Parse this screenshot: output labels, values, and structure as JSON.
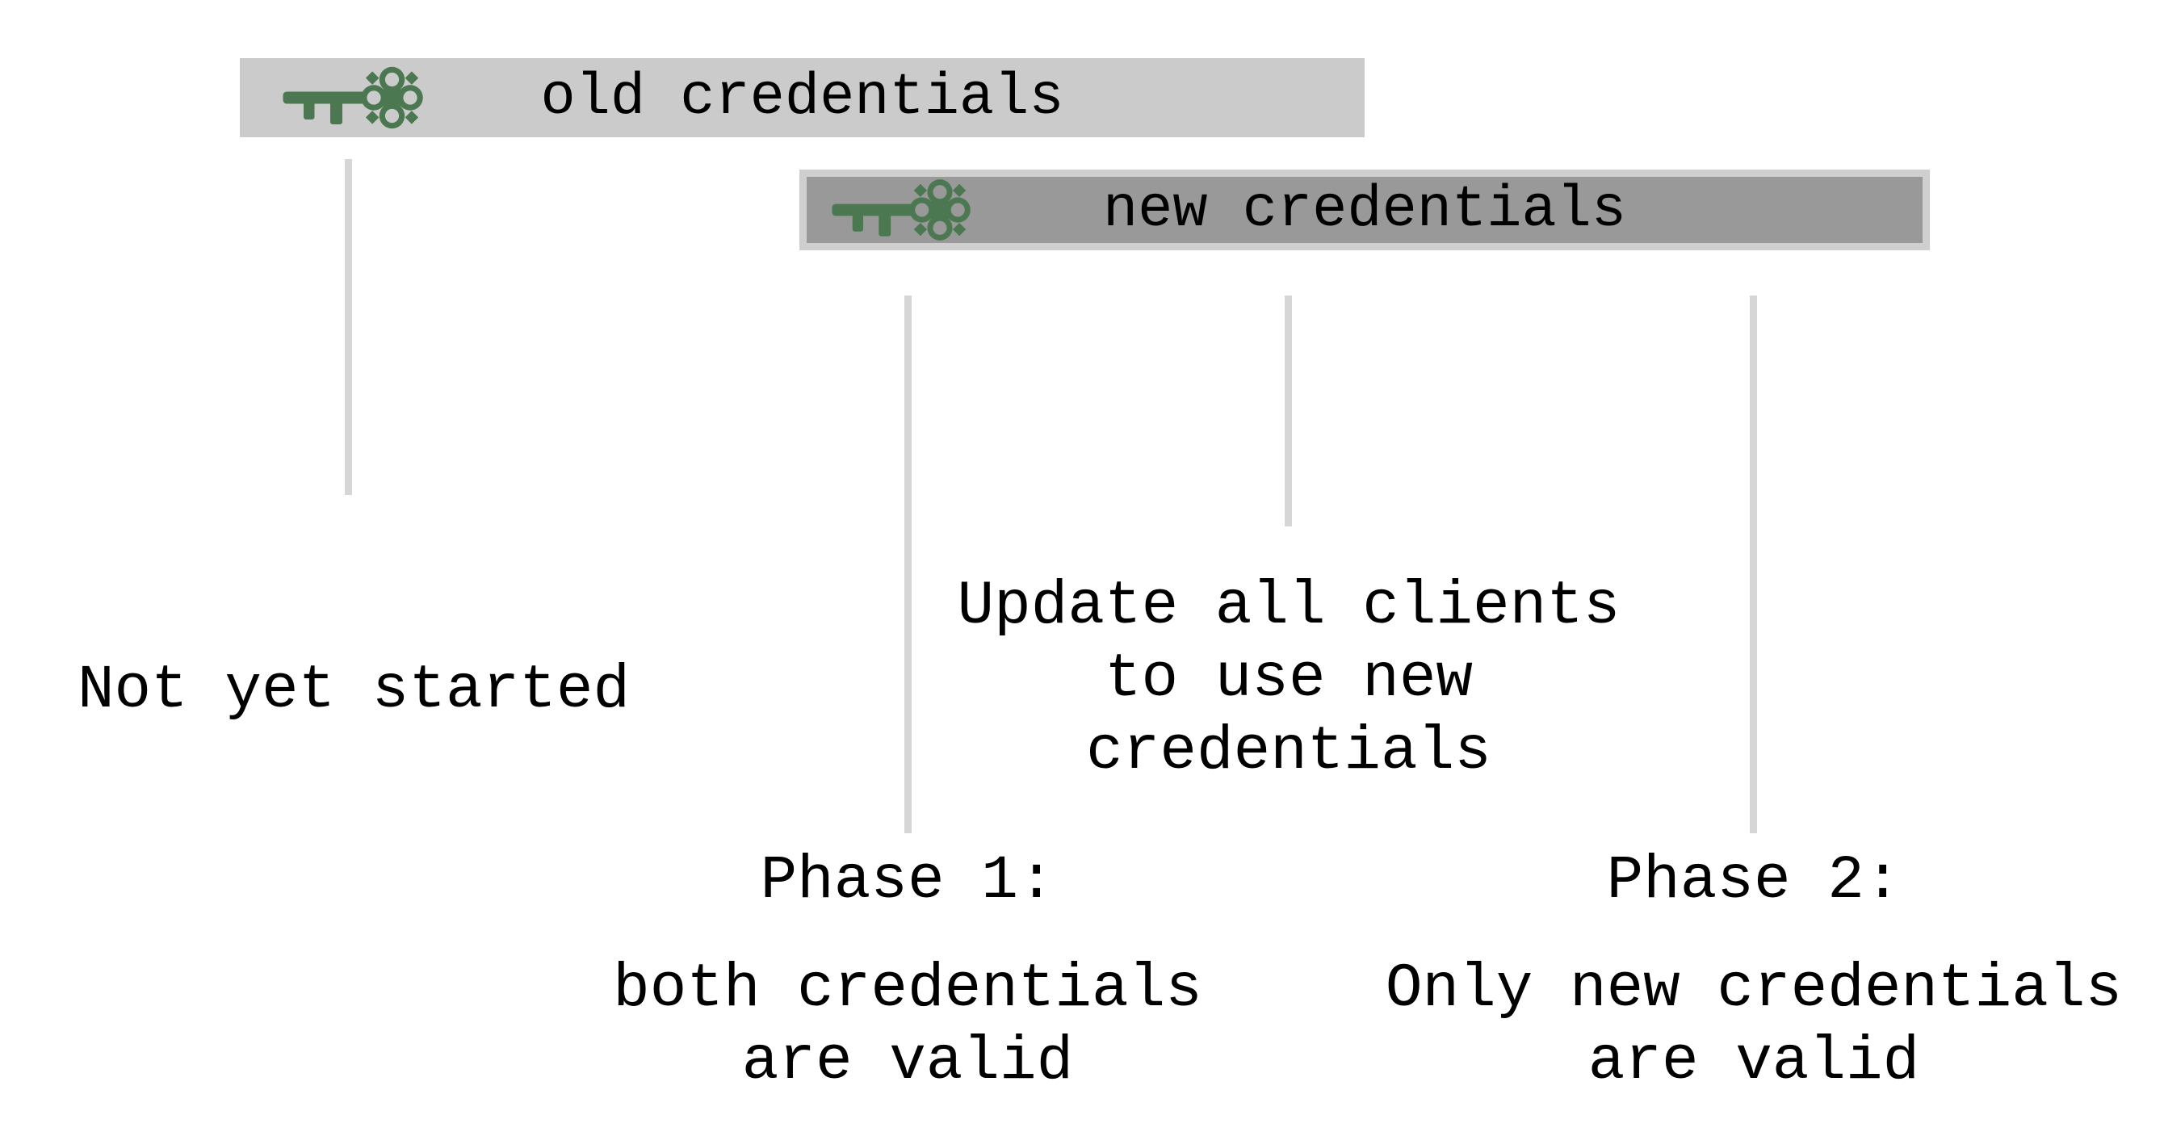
{
  "bars": {
    "old": {
      "label": "old credentials",
      "icon": "key-icon"
    },
    "new": {
      "label": "new credentials",
      "icon": "key-icon"
    }
  },
  "annotations": {
    "not_yet_started": {
      "line1": "Not yet started"
    },
    "update_clients": {
      "line1": "Update all clients",
      "line2": "to use new",
      "line3": "credentials"
    },
    "phase1": {
      "title": "Phase 1:",
      "line1": "both credentials",
      "line2": "are valid"
    },
    "phase2": {
      "title": "Phase 2:",
      "line1": "Only new credentials",
      "line2": "are valid"
    }
  },
  "colors": {
    "background": "#ffffff",
    "text": "#000000",
    "bar_old_fill": "#cbcbcb",
    "bar_new_fill": "#999999",
    "bar_new_border": "#cfcfcf",
    "line_gray": "#d6d6d6",
    "key_green": "#4b7850"
  }
}
